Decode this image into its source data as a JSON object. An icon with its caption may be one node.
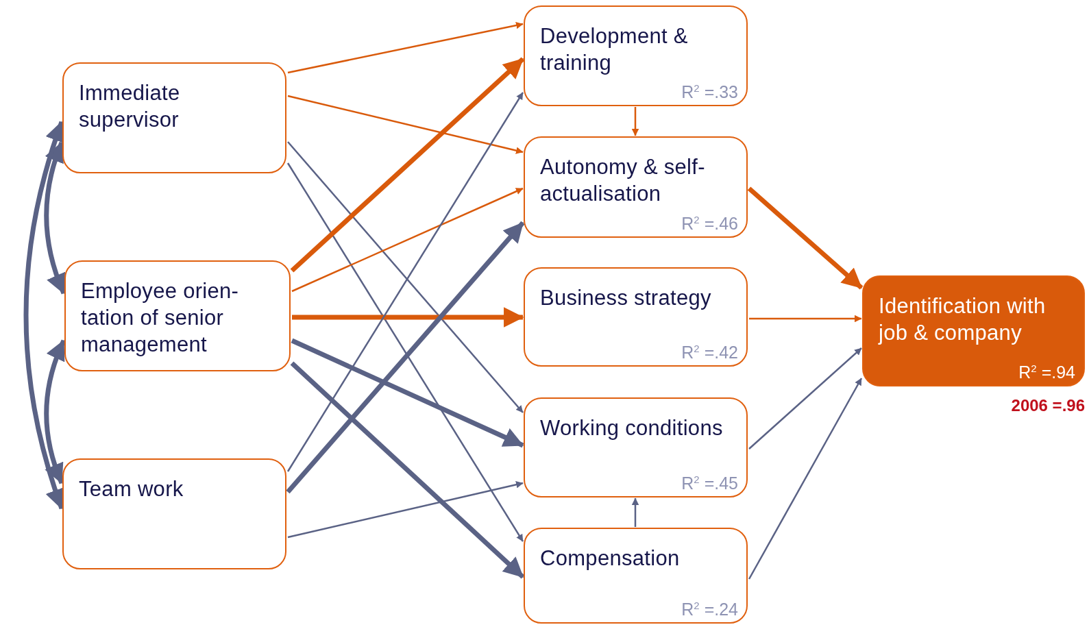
{
  "diagram": {
    "nodes": [
      {
        "text": [
          "Immediate supervisor"
        ]
      },
      {
        "text": [
          "Employee orien- tation of senior management"
        ]
      },
      {
        "text": [
          "Team work"
        ]
      },
      {
        "text": [
          "Development & training",
          "R$^{2}$ =.33"
        ]
      },
      {
        "text": [
          "Autonomy & self- actualisation",
          "R$^{2}$ =.46"
        ]
      },
      {
        "text": [
          "Business strategy",
          "R$^{2}$ =.42"
        ]
      },
      {
        "text": [
          "Working conditions",
          "R$^{2}$ =.45"
        ]
      },
      {
        "text": [
          "Compensation",
          "R$^{2}$ =.24"
        ]
      },
      {
        "text": [
          "Identification with job & company",
          "R$^{2}$ =.94"
        ],
        "beside": [
          "2006 =.96"
        ]
      }
    ],
    "edges": [
      {
        "from": 0,
        "to": 3,
        "arrow": "to",
        "color": "#d95a0b"
      },
      {
        "from": 0,
        "to": 4,
        "arrow": "to",
        "color": "#d95a0b"
      },
      {
        "from": 0,
        "to": 6,
        "arrow": "to"
      },
      {
        "from": 0,
        "to": 7,
        "arrow": "to"
      },
      {
        "from": 1,
        "to": 3,
        "arrow": "to",
        "style": "thick",
        "color": "#d95a0b"
      },
      {
        "from": 1,
        "to": 4,
        "arrow": "to",
        "color": "#d95a0b"
      },
      {
        "from": 1,
        "to": 5,
        "arrow": "to",
        "style": "thick",
        "color": "#d95a0b"
      },
      {
        "from": 1,
        "to": 6,
        "arrow": "to",
        "style": "thick"
      },
      {
        "from": 1,
        "to": 7,
        "arrow": "to",
        "style": "thick"
      },
      {
        "from": 2,
        "to": 3,
        "arrow": "to"
      },
      {
        "from": 2,
        "to": 4,
        "arrow": "to",
        "style": "thick"
      },
      {
        "from": 2,
        "to": 6,
        "arrow": "to"
      },
      {
        "from": 3,
        "to": 4,
        "arrow": "to",
        "color": "#d95a0b"
      },
      {
        "from": 7,
        "to": 6,
        "arrow": "to"
      },
      {
        "from": 4,
        "to": 8,
        "arrow": "to",
        "style": "thick",
        "color": "#d95a0b"
      },
      {
        "from": 5,
        "to": 8,
        "arrow": "to",
        "color": "#d95a0b"
      },
      {
        "from": 6,
        "to": 8,
        "arrow": "to"
      },
      {
        "from": 7,
        "to": 8,
        "arrow": "to"
      },
      {
        "from": 0,
        "to": 1,
        "arrow": "both",
        "style": "thick"
      },
      {
        "from": 1,
        "to": 2,
        "arrow": "both",
        "style": "thick"
      },
      {
        "from": 0,
        "to": 2,
        "arrow": "both",
        "style": "thick"
      }
    ]
  }
}
